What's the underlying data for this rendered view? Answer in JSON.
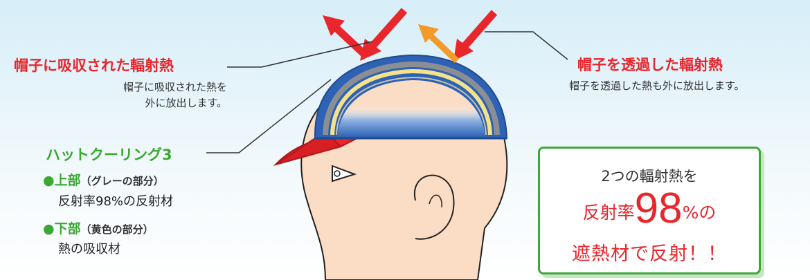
{
  "labels": {
    "absorbed_title": "帽子に吸収された輻射熱",
    "absorbed_desc_line1": "帽子に吸収された熱を",
    "absorbed_desc_line2": "外に放出します。",
    "transmitted_title": "帽子を透過した輻射熱",
    "transmitted_desc": "帽子を透過した熱も外に放出します。"
  },
  "product": {
    "name": "ハットクーリング3",
    "bullets": [
      {
        "head": "上部",
        "sub": "（グレーの部分）",
        "desc": "反射率98%の反射材"
      },
      {
        "head": "下部",
        "sub": "（黄色の部分）",
        "desc": "熱の吸収材"
      }
    ]
  },
  "callout": {
    "line1": "2つの輻射熱を",
    "prefix": "反射率",
    "big_number": "98",
    "suffix": "%の",
    "line3": "遮熱材で反射！！"
  },
  "colors": {
    "red": "#e8262c",
    "green": "#3aa832",
    "hat_blue": "#2d62b5",
    "arrow_orange": "#f39a2b",
    "skin": "#fbdcc4"
  }
}
